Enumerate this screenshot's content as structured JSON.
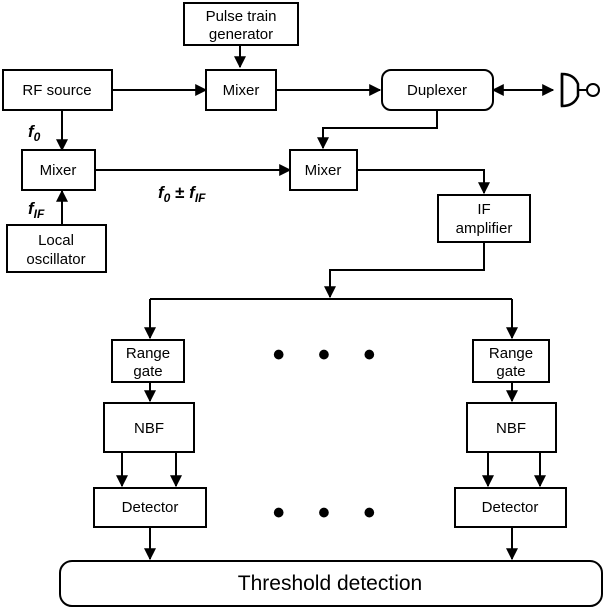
{
  "blocks": {
    "pulse_train_generator": [
      "Pulse train",
      "generator"
    ],
    "rf_source": "RF source",
    "mixer_tx": "Mixer",
    "duplexer": "Duplexer",
    "mixer_lo": "Mixer",
    "mixer_rx": "Mixer",
    "local_oscillator": [
      "Local",
      "oscillator"
    ],
    "if_amplifier": [
      "IF",
      "amplifier"
    ],
    "range_gate_left": [
      "Range",
      "gate"
    ],
    "range_gate_right": [
      "Range",
      "gate"
    ],
    "nbf_left": "NBF",
    "nbf_right": "NBF",
    "detector_left": "Detector",
    "detector_right": "Detector",
    "threshold_detection": "Threshold detection"
  },
  "signals": {
    "f0": {
      "base": "f",
      "sub": "0"
    },
    "fif": {
      "base": "f",
      "sub": "IF"
    },
    "sum": {
      "base": "f",
      "sub1": "0",
      "op": " ± ",
      "base2": "f",
      "sub2": "IF"
    }
  },
  "ellipsis": "• • •"
}
